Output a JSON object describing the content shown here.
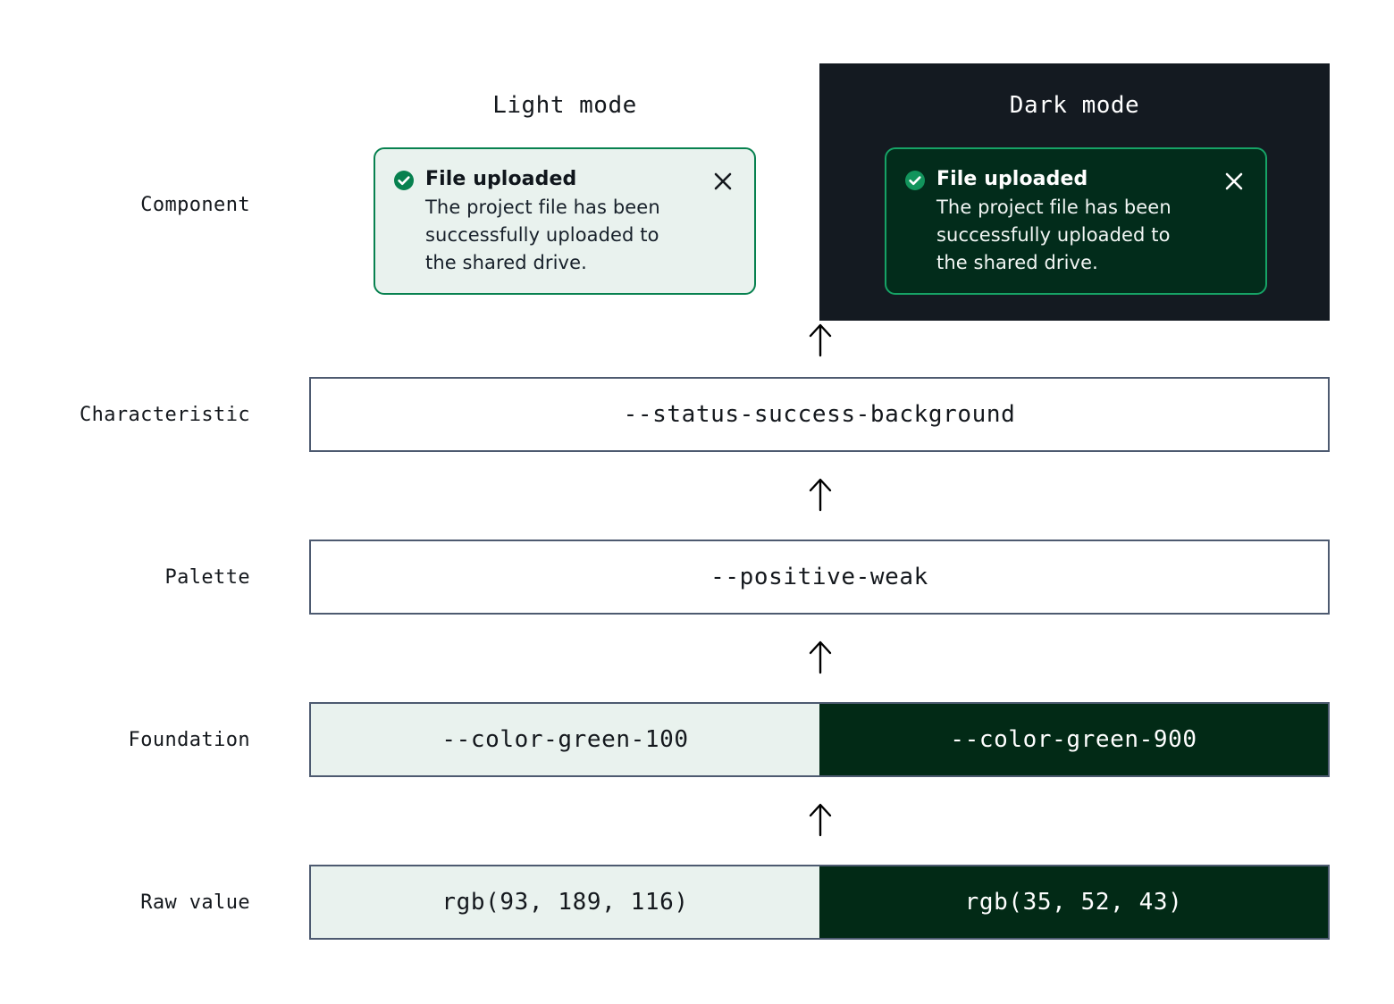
{
  "modes": {
    "light_label": "Light mode",
    "dark_label": "Dark mode"
  },
  "row_labels": {
    "component": "Component",
    "characteristic": "Characteristic",
    "palette": "Palette",
    "foundation": "Foundation",
    "raw_value": "Raw value"
  },
  "toast_light": {
    "title": "File uploaded",
    "message": "The project file has been successfully uploaded to the shared drive.",
    "status_icon": "check-circle-icon",
    "close_icon": "close-icon",
    "background": "#e9f2ee",
    "border": "#07814f",
    "accent": "#07814f"
  },
  "toast_dark": {
    "title": "File uploaded",
    "message": "The project file has been successfully uploaded to the shared drive.",
    "status_icon": "check-circle-icon",
    "close_icon": "close-icon",
    "background": "#022c1b",
    "border": "#16a366",
    "accent": "#16a366"
  },
  "tokens": {
    "characteristic": "--status-success-background",
    "palette": "--positive-weak",
    "foundation_light": "--color-green-100",
    "foundation_dark": "--color-green-900",
    "raw_value_light": "rgb(93, 189, 116)",
    "raw_value_dark": "rgb(35, 52, 43)"
  },
  "swatches": {
    "light_fill": "#e9f2ee",
    "dark_fill": "#022a16",
    "panel_fill": "#141a21",
    "bar_border": "#4d5a70"
  },
  "arrows": {
    "count": 4,
    "direction": "up",
    "glyph": "arrow-up-icon"
  }
}
